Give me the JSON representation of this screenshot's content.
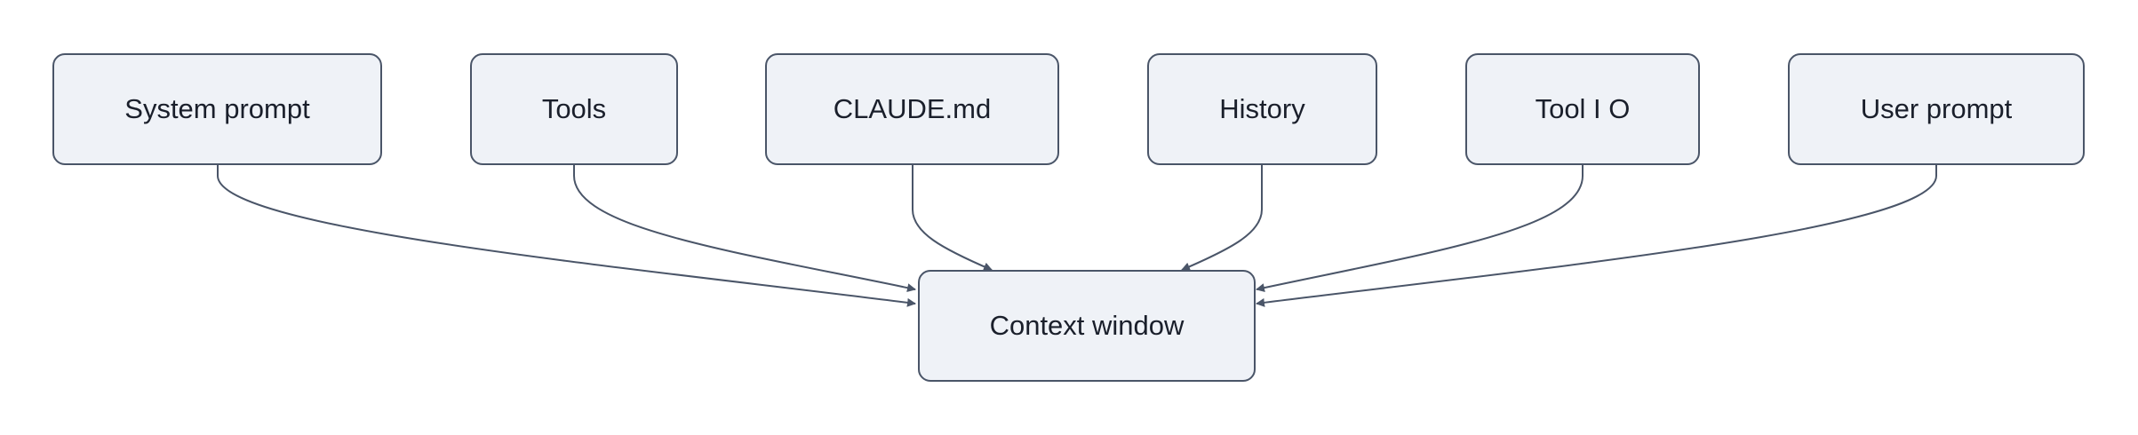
{
  "nodes": {
    "system_prompt": "System prompt",
    "tools": "Tools",
    "claude_md": "CLAUDE.md",
    "history": "History",
    "tool_io": "Tool I O",
    "user_prompt": "User prompt",
    "context_window": "Context window"
  },
  "edges": [
    {
      "from": "system_prompt",
      "to": "context_window"
    },
    {
      "from": "tools",
      "to": "context_window"
    },
    {
      "from": "claude_md",
      "to": "context_window"
    },
    {
      "from": "history",
      "to": "context_window"
    },
    {
      "from": "tool_io",
      "to": "context_window"
    },
    {
      "from": "user_prompt",
      "to": "context_window"
    }
  ],
  "colors": {
    "node_fill": "#eff2f7",
    "node_stroke": "#4a5568",
    "edge_stroke": "#4a5568",
    "text": "#1a1f2b"
  }
}
